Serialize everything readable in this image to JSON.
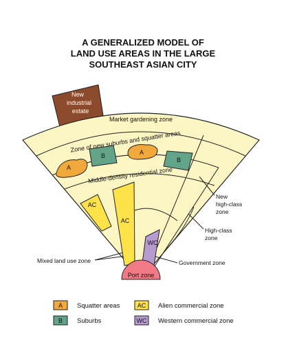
{
  "title": {
    "line1": "A GENERALIZED MODEL OF",
    "line2": "LAND USE AREAS IN THE LARGE",
    "line3": "SOUTHEAST ASIAN CITY"
  },
  "estate": {
    "line1": "New",
    "line2": "industrial",
    "line3": "estate"
  },
  "zones": {
    "market_gardening": "Market gardening zone",
    "new_suburbs": "Zone of new suburbs and squatter areas",
    "middle_density": "Middle-density residential zone",
    "new_high_class_1": "New",
    "new_high_class_2": "high-class",
    "new_high_class_3": "zone",
    "high_class_1": "High-class",
    "high_class_2": "zone",
    "government": "Government zone",
    "mixed_land_use": "Mixed land use zone",
    "port": "Port zone"
  },
  "tags": {
    "squatter": "A",
    "suburbs": "B",
    "alien": "AC",
    "western": "WC"
  },
  "legend": {
    "squatter": "Squatter areas",
    "suburbs": "Suburbs",
    "alien": "Alien commercial zone",
    "western": "Western commercial zone"
  },
  "colors": {
    "fan": "#fbf6c4",
    "estate": "#8b4a2b",
    "squatter": "#f2a93b",
    "suburbs": "#62a48a",
    "alien": "#fde24a",
    "western": "#b79ad0",
    "port": "#f07a86"
  }
}
